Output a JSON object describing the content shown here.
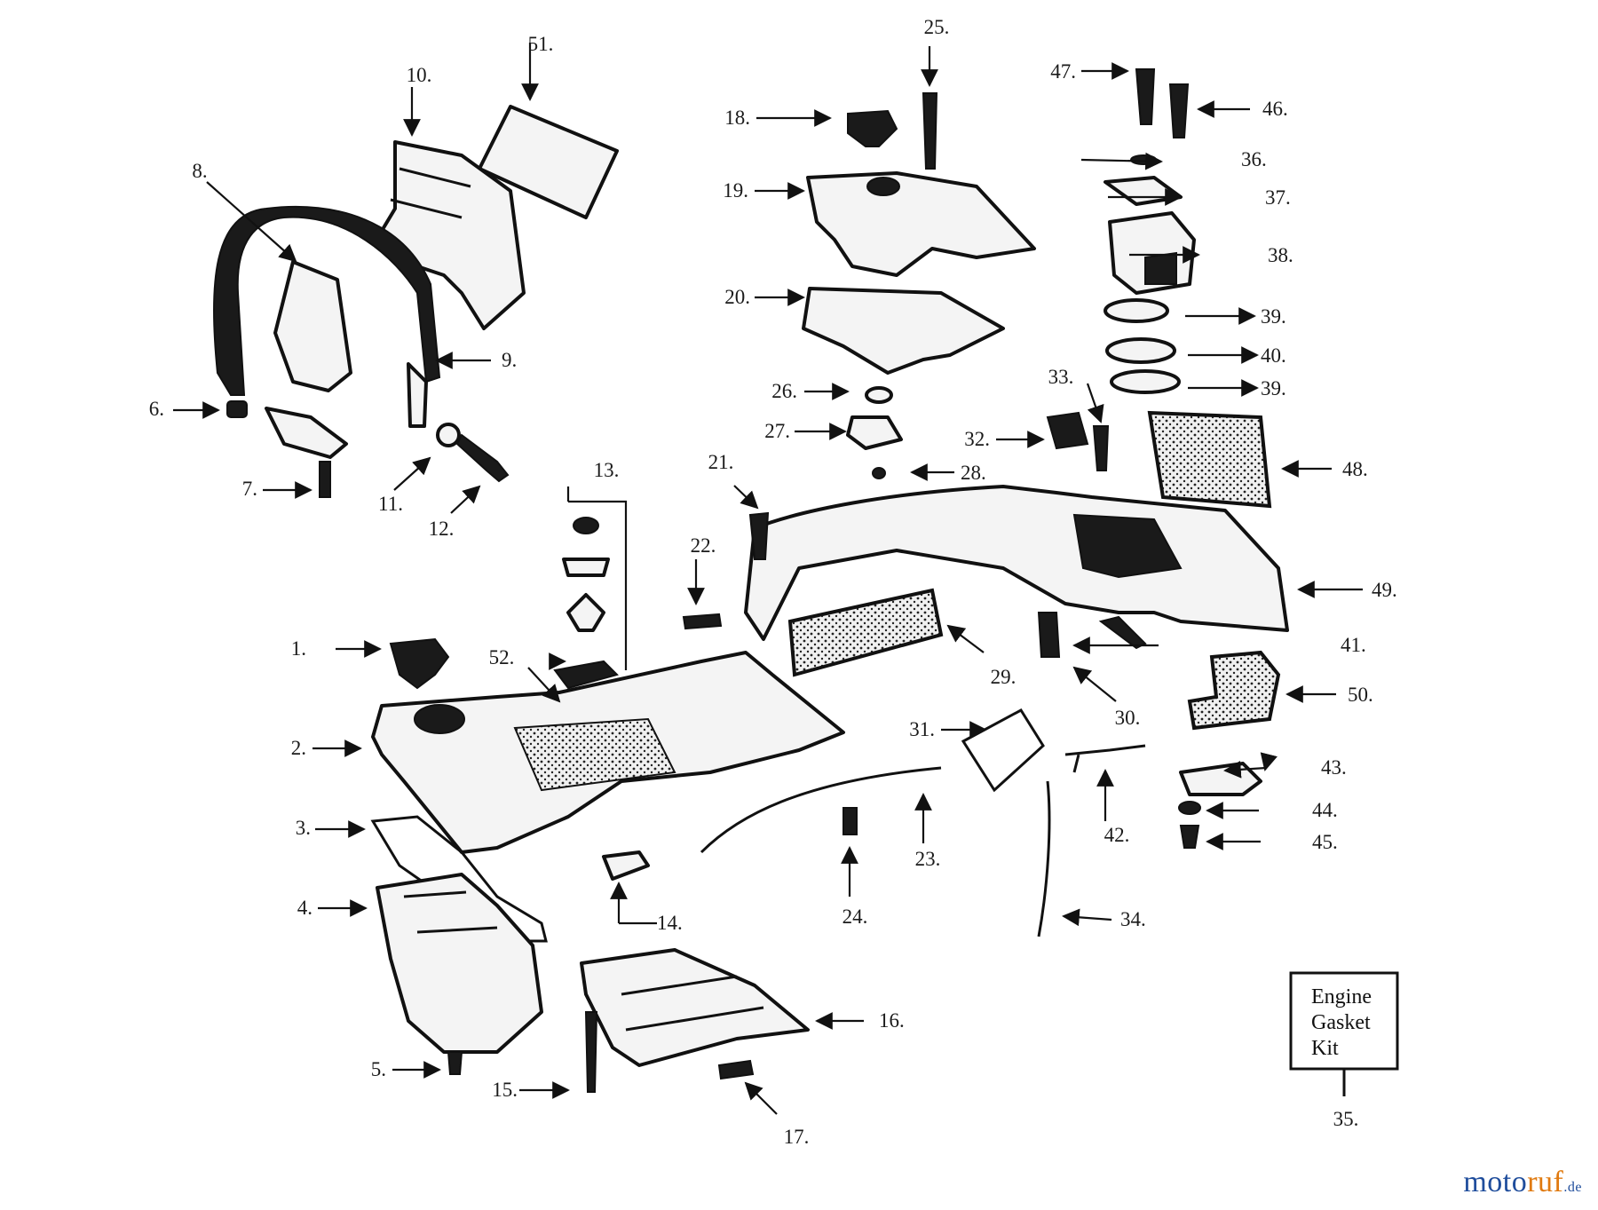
{
  "callouts": [
    "1.",
    "2.",
    "3.",
    "4.",
    "5.",
    "6.",
    "7.",
    "8.",
    "9.",
    "10.",
    "11.",
    "12.",
    "13.",
    "14.",
    "15.",
    "16.",
    "17.",
    "18.",
    "19.",
    "20.",
    "21.",
    "22.",
    "23.",
    "24.",
    "25.",
    "26.",
    "27.",
    "28.",
    "29.",
    "30.",
    "31.",
    "32.",
    "33.",
    "34.",
    "35.",
    "36.",
    "37.",
    "38.",
    "39.",
    "39.",
    "40.",
    "41.",
    "42.",
    "43.",
    "44.",
    "45.",
    "46.",
    "47.",
    "48.",
    "49.",
    "50.",
    "51.",
    "52."
  ],
  "kit_box": {
    "line1": "Engine",
    "line2": "Gasket",
    "line3": "Kit",
    "number": "35."
  },
  "watermark": {
    "part1": "moto",
    "part2": "ruf",
    "part3": ".de"
  }
}
